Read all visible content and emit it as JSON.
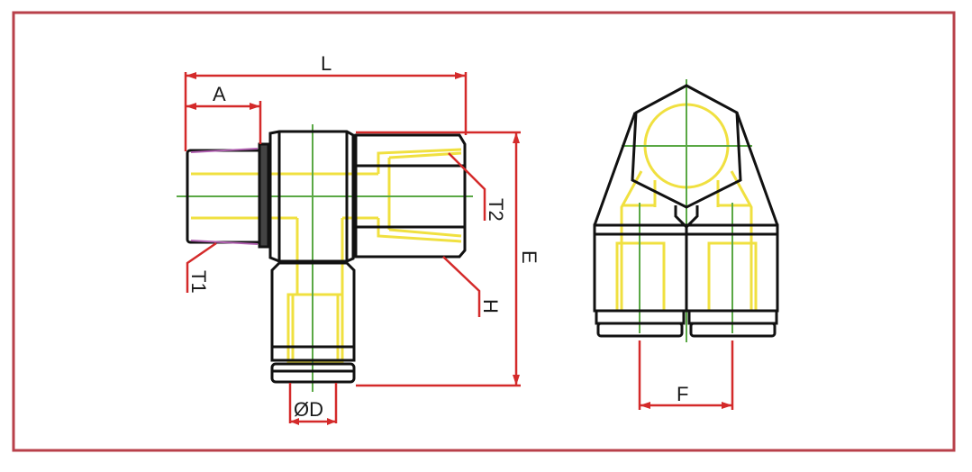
{
  "diagram": {
    "title": "Swivel elbow push-in fitting dimension drawing",
    "colors": {
      "frame": "#b8404a",
      "dimension": "#d42a2a",
      "outline": "#111111",
      "hidden": "#f0e040",
      "centerline": "#5aa845",
      "thread": "#b060b0"
    },
    "side_view": {
      "labels": {
        "L": "L",
        "A": "A",
        "T1": "T1",
        "T2": "T2",
        "H": "H",
        "E": "E",
        "D": "ØD"
      }
    },
    "front_view": {
      "labels": {
        "F": "F"
      }
    }
  }
}
